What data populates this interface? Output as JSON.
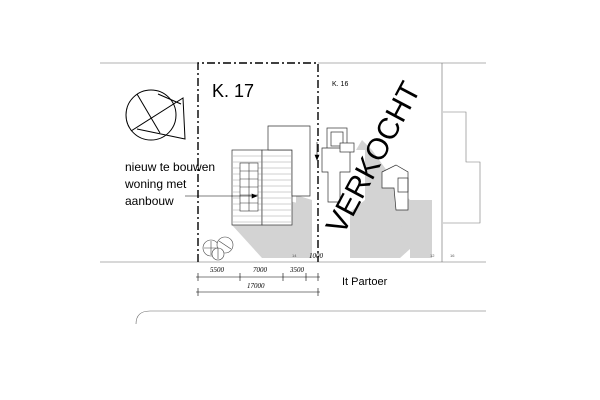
{
  "plot_label": "K. 17",
  "neighbor_plot_label": "K. 16",
  "sold_stamp": "VERKOCHT",
  "annotation": {
    "line1": "nieuw te bouwen",
    "line2": "woning met",
    "line3": "aanbouw"
  },
  "street_name": "It Partoer",
  "dimensions": {
    "segment_a": "5500",
    "segment_b": "7000",
    "segment_c": "3500",
    "segment_d": "1000",
    "total": "17000"
  },
  "small_numbers": {
    "n14": "14",
    "n12": "12",
    "n16": "16"
  },
  "colors": {
    "shadow": "#d3d3d3",
    "line": "#000000",
    "thin_line": "#555555"
  },
  "icons": {
    "north_arrow": "compass-icon",
    "trees": "tree-icon"
  }
}
